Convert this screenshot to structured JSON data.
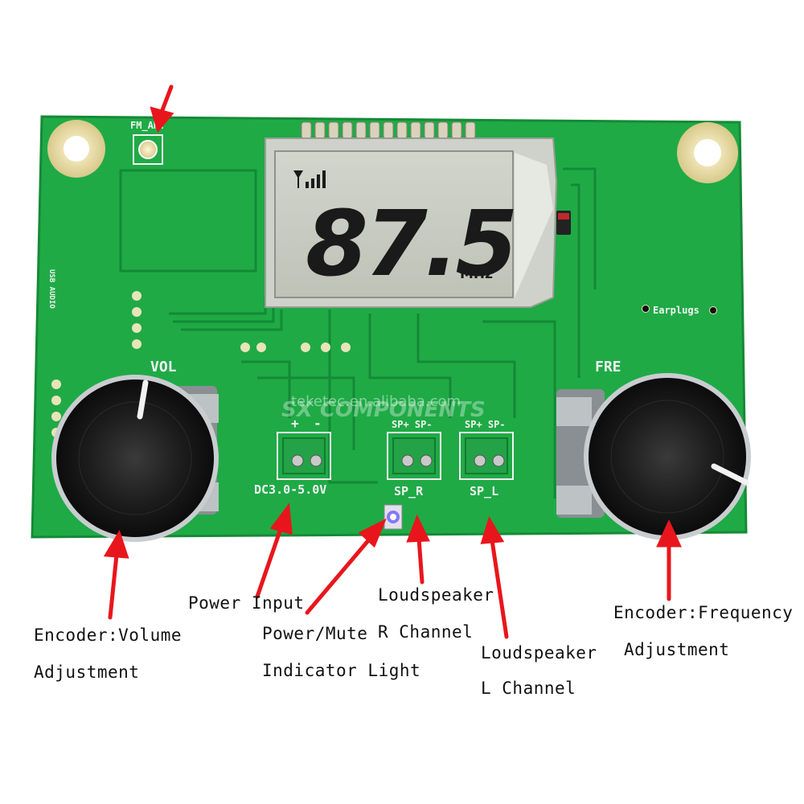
{
  "board": {
    "pcb_color": "#20b04a",
    "silkscreen": {
      "antenna": "FM_ANT",
      "volume": "VOL",
      "frequency": "FRE",
      "earplugs": "Earplugs",
      "power": "DC3.0-5.0V",
      "plus": "+",
      "minus": "-",
      "sp_r": "SP_R",
      "sp_l": "SP_L",
      "sp_pins_r": "SP+ SP-",
      "sp_pins_l": "SP+ SP-",
      "side_label": "USB AUDIO"
    },
    "lcd": {
      "frequency": "87.5",
      "unit": "MHz"
    },
    "watermark": "teketec.en.alibaba.com",
    "brand": "SX COMPONENTS"
  },
  "callouts": {
    "volume_line1": "Encoder:Volume",
    "volume_line2": "Adjustment",
    "power_input": "Power Input",
    "power_mute_line1": "Power/Mute",
    "power_mute_line2": "Indicator Light",
    "loud_r_line1": "Loudspeaker",
    "loud_r_line2": "R Channel",
    "loud_l_line1": "Loudspeaker",
    "loud_l_line2": "L Channel",
    "freq_line1": "Encoder:Frequency",
    "freq_line2": "Adjustment"
  },
  "colors": {
    "arrow": "#e8161c",
    "lcd_bg": "#c9ccc2",
    "lcd_segment": "#1a1a1a",
    "knob": "#1c1c1c",
    "connector": "#1fa043"
  }
}
